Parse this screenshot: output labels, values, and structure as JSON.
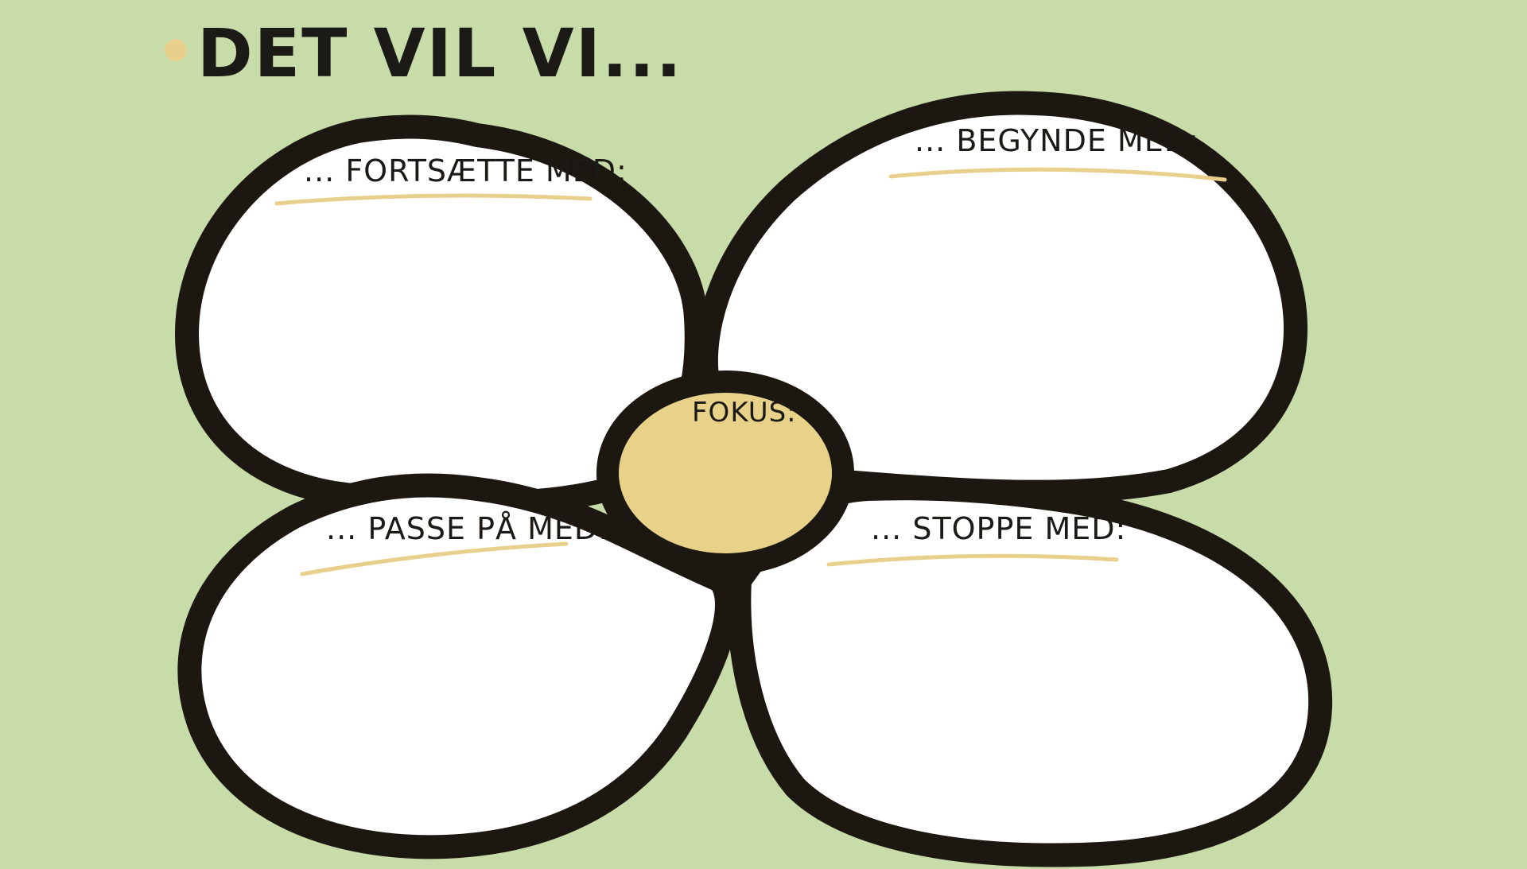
{
  "title": {
    "text": "DET VIL VI...",
    "bullet_color": "#e8cf8c"
  },
  "petals": {
    "top_left": {
      "label": "... FORTSÆTTE MED:"
    },
    "top_right": {
      "label": "... BEGYNDE MED:"
    },
    "bottom_left": {
      "label": "... PASSE PÅ MED:"
    },
    "bottom_right": {
      "label": "... STOPPE MED:"
    }
  },
  "center": {
    "label": "FOKUS:",
    "fill_color": "#e8d28a"
  },
  "colors": {
    "background": "#c8dcaa",
    "outline": "#1c1710",
    "petal_fill": "#ffffff",
    "underline": "#e8cf8c"
  }
}
